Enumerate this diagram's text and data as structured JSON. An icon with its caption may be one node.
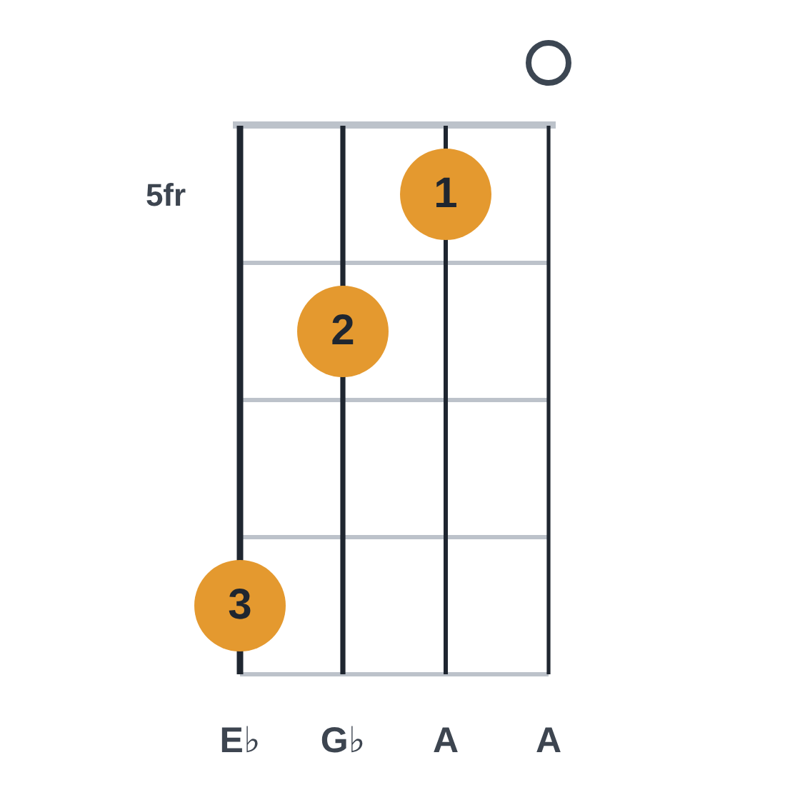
{
  "diagram": {
    "nodes": [
      {
        "text": [],
        "shape": "circle"
      },
      {
        "text": [
          "1"
        ]
      },
      {
        "text": [
          "2"
        ]
      },
      {
        "text": [
          "3"
        ]
      }
    ],
    "labels": [
      "5fr",
      "E♭",
      "G♭",
      "A",
      "A"
    ]
  }
}
